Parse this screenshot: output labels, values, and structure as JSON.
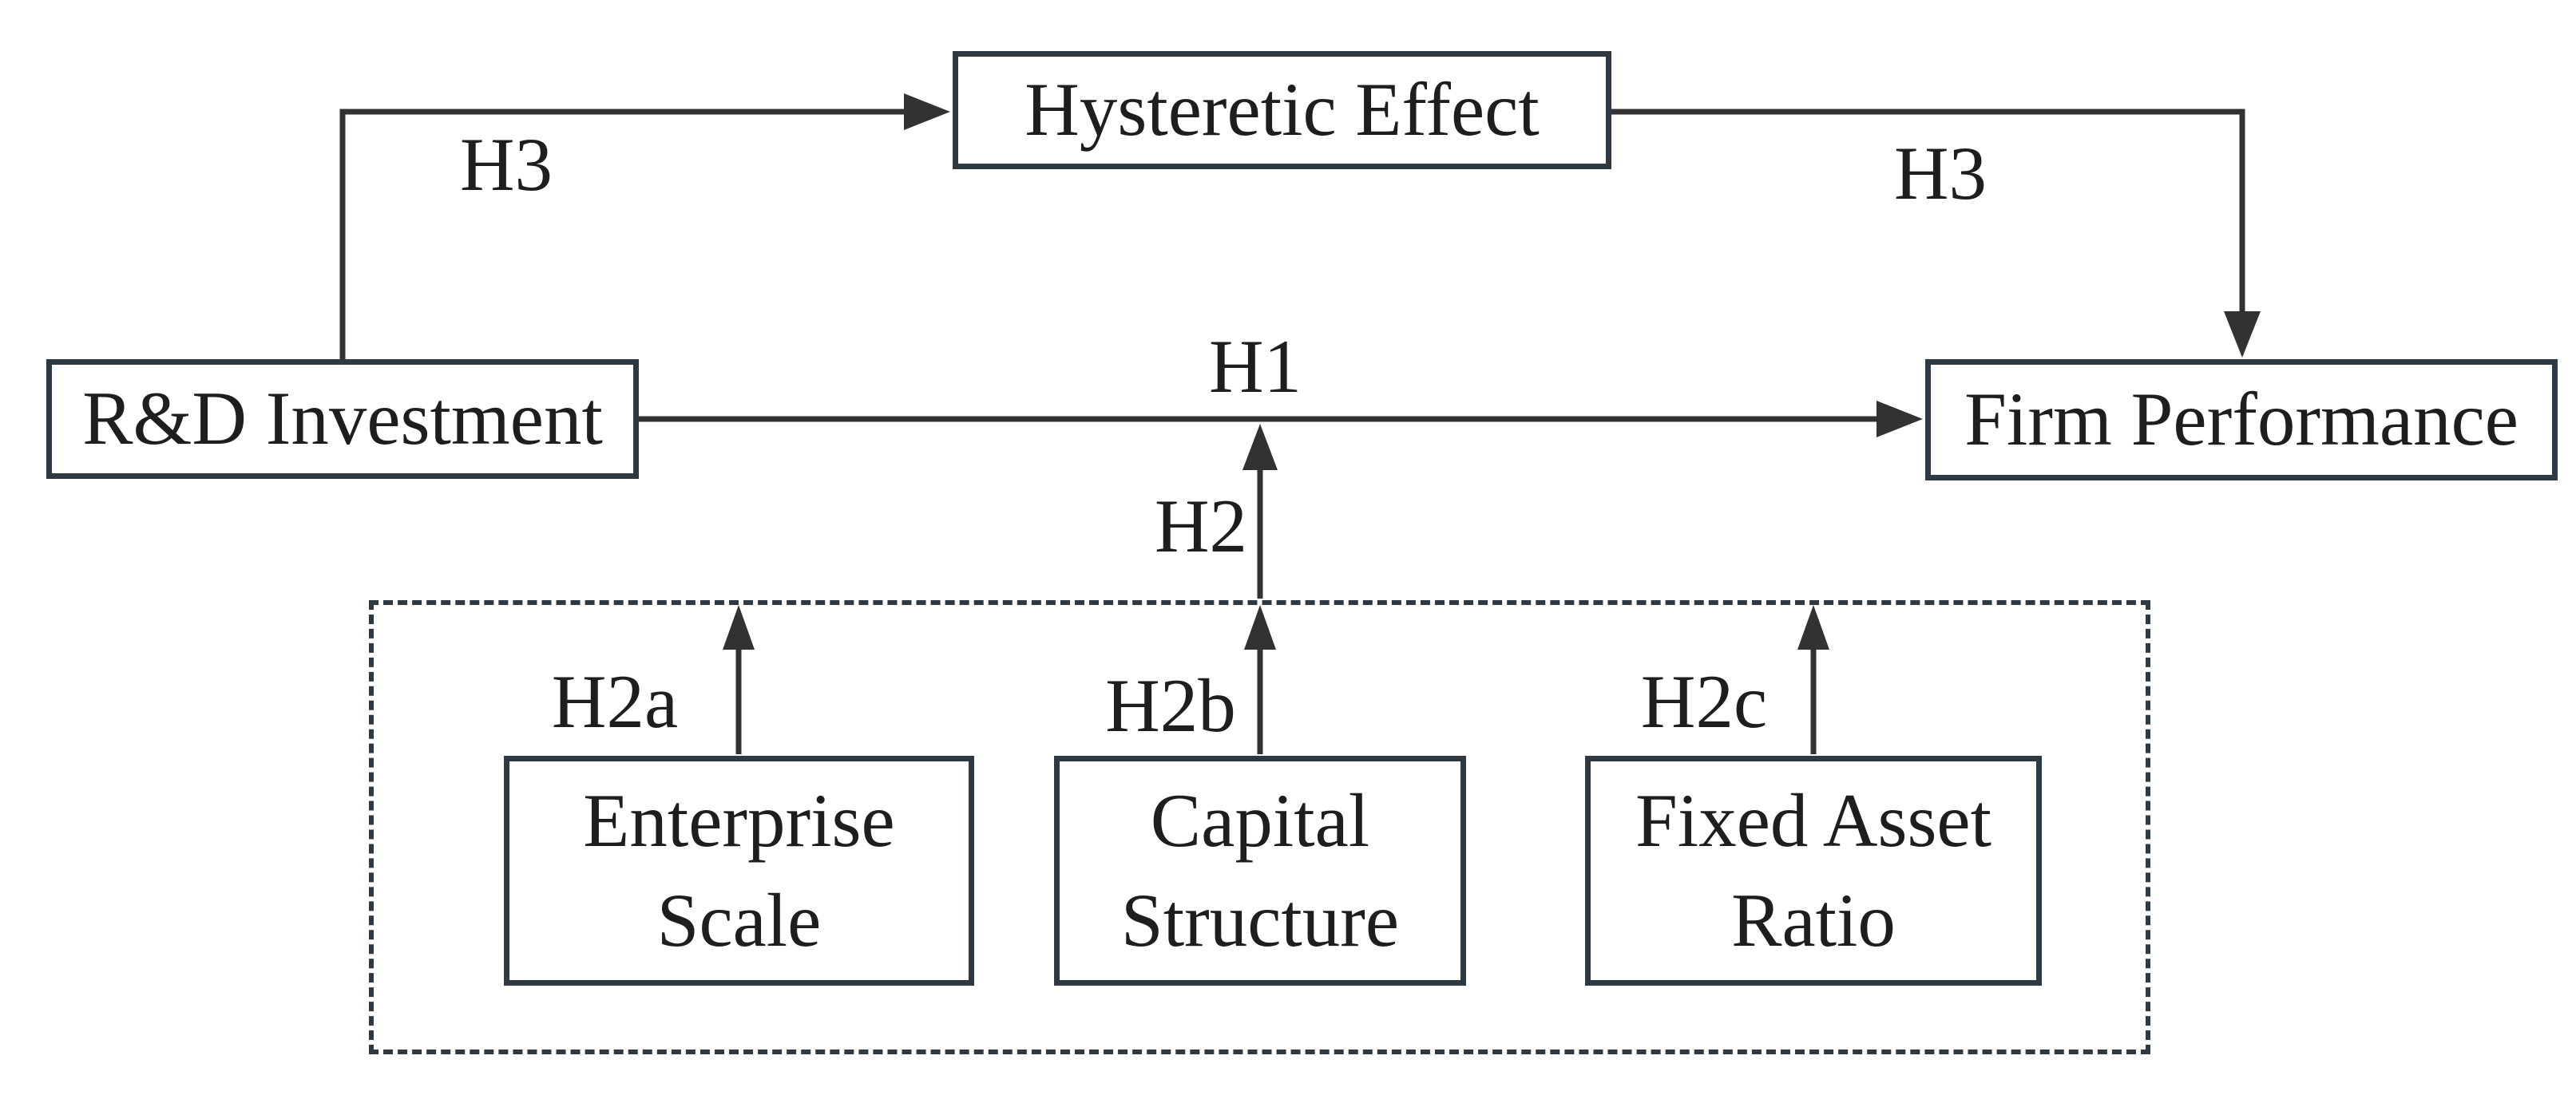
{
  "figure": {
    "background_color": "#ffffff",
    "box_border_color": "#2d3a44",
    "arrow_color": "#323232",
    "text_color": "#1e1e1e",
    "nodes": {
      "hysteretic_effect": "Hysteretic Effect",
      "rd_investment": "R&D Investment",
      "firm_performance": "Firm Performance",
      "enterprise_scale": "Enterprise Scale",
      "capital_structure": "Capital Structure",
      "fixed_asset_ratio": "Fixed Asset Ratio"
    },
    "hypothesis_labels": {
      "h3_left": "H3",
      "h3_right": "H3",
      "h1": "H1",
      "h2": "H2",
      "h2a": "H2a",
      "h2b": "H2b",
      "h2c": "H2c"
    }
  }
}
